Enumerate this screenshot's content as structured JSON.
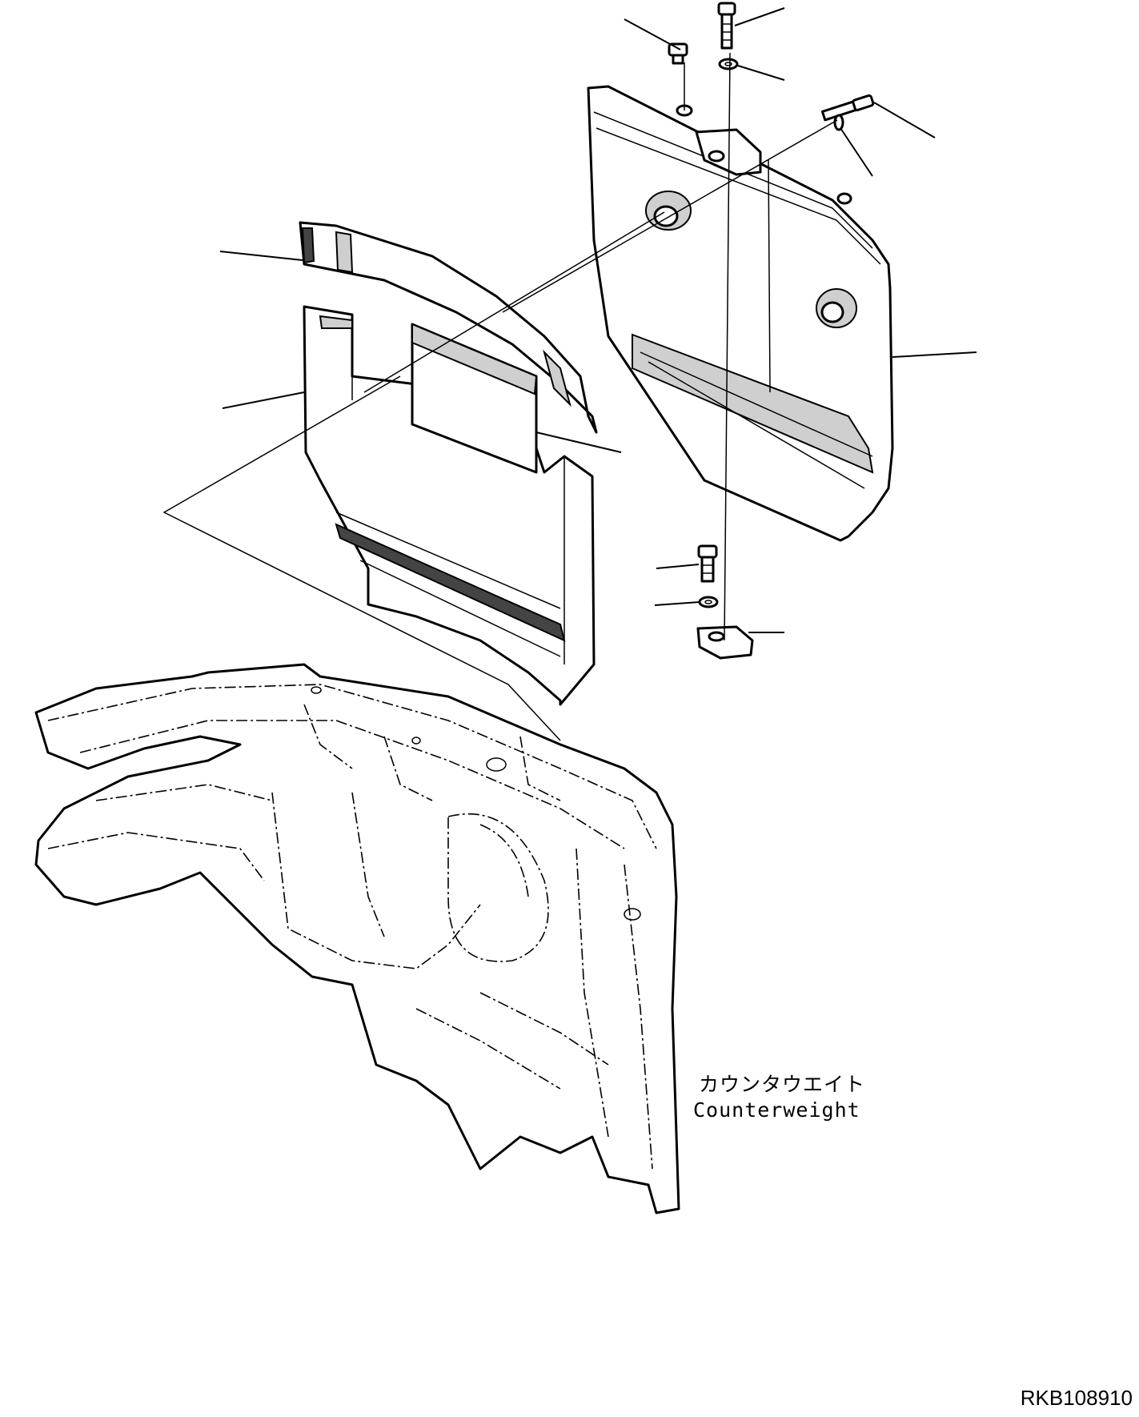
{
  "labels": {
    "counterweight_jp": "カウンタウエイト",
    "counterweight_en": "Counterweight"
  },
  "drawing_number": "RKB108910"
}
